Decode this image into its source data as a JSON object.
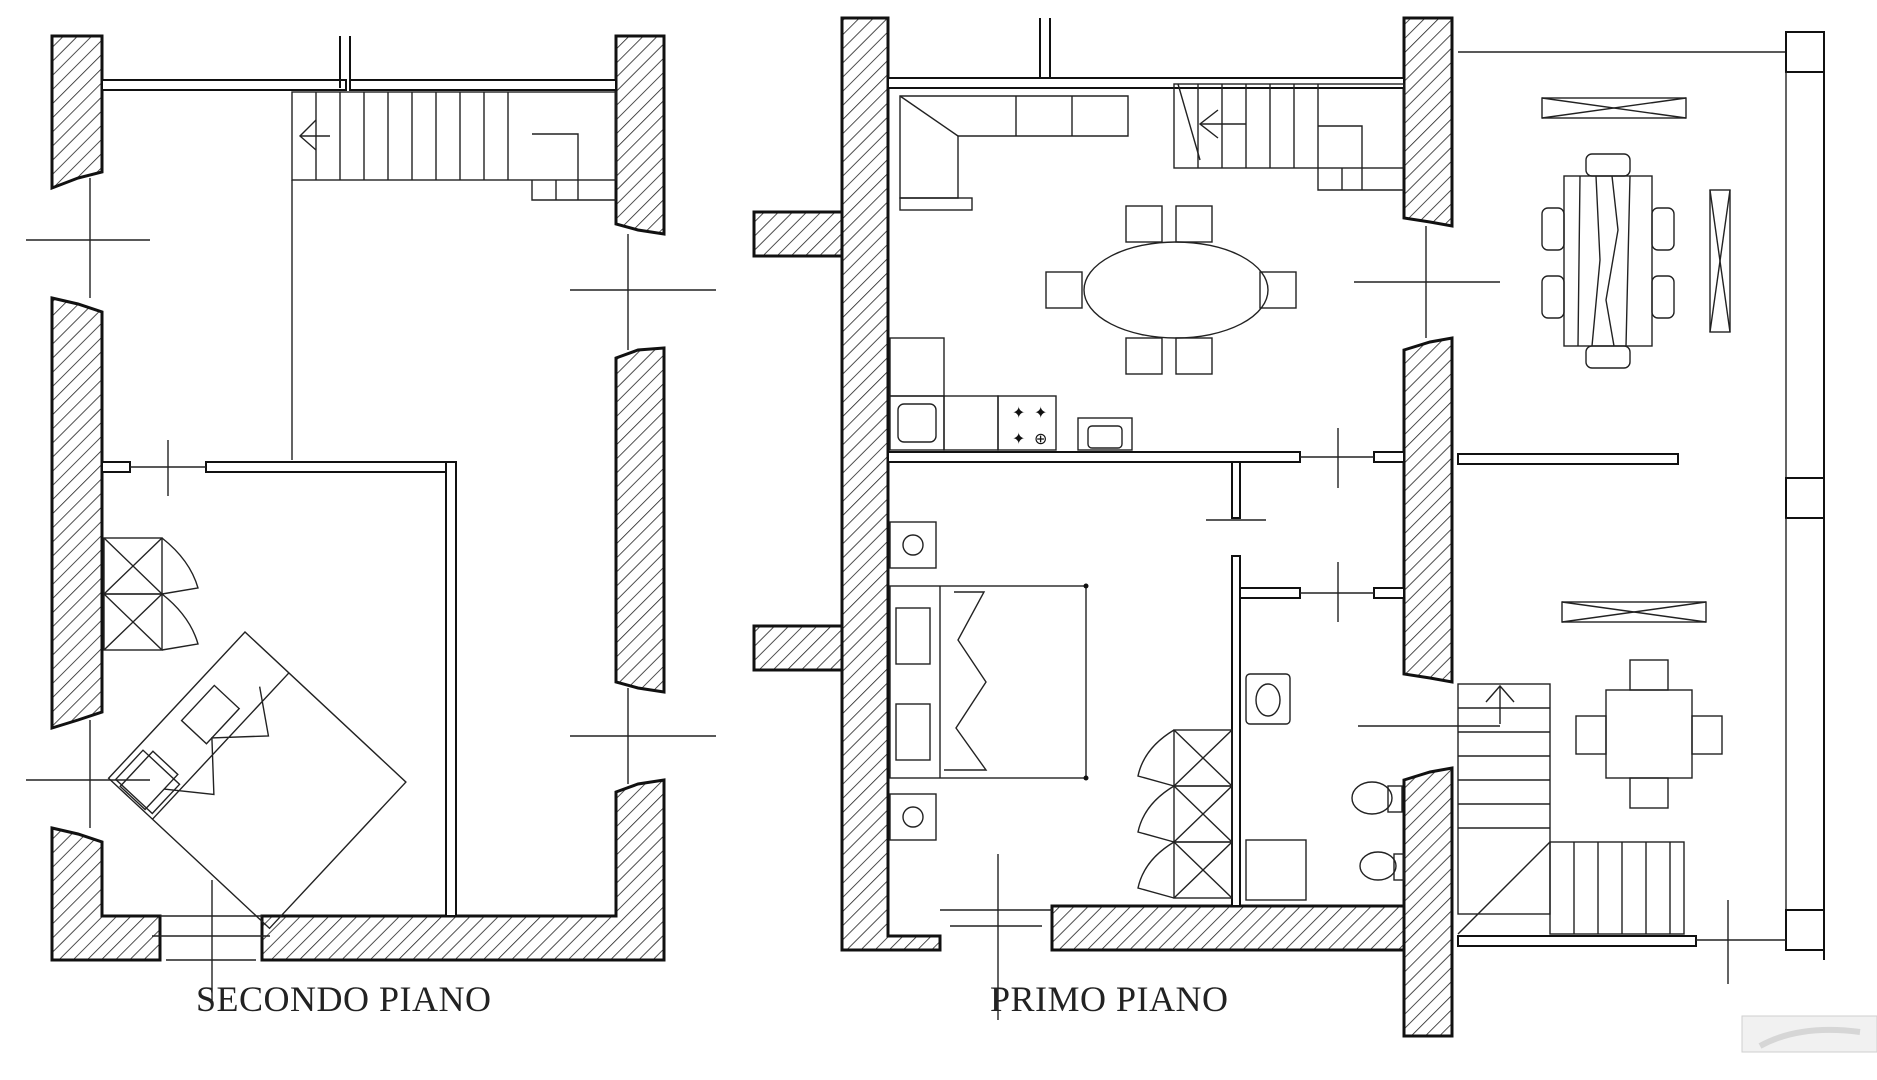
{
  "floor_plans": [
    {
      "id": "second-floor",
      "label": "SECONDO PIANO"
    },
    {
      "id": "first-floor",
      "label": "PRIMO PIANO"
    }
  ],
  "colors": {
    "line": "#111111",
    "background": "#ffffff"
  }
}
